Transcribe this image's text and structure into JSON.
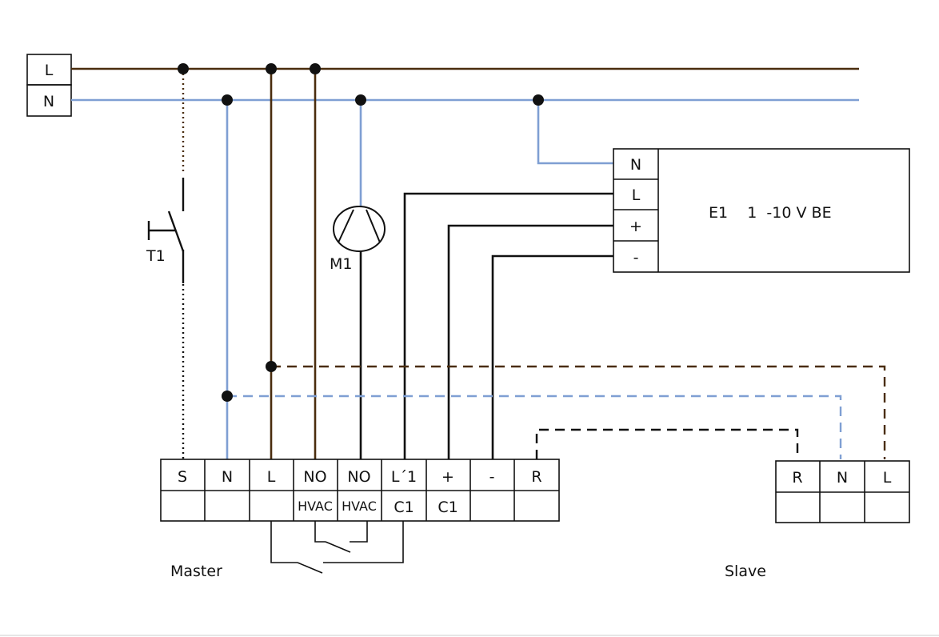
{
  "colors": {
    "live": "#4a2d0e",
    "neutral": "#7f9fd3",
    "control": "#111111",
    "box": "#111111",
    "background": "#ffffff"
  },
  "supply": {
    "live_label": "L",
    "neutral_label": "N"
  },
  "switch": {
    "label": "T1"
  },
  "motor": {
    "label": "M1"
  },
  "driver": {
    "label": "E1    1  -10 V BE",
    "terminals": [
      "N",
      "L",
      "+",
      "-"
    ]
  },
  "master": {
    "label": "Master",
    "terminals_top": [
      "S",
      "N",
      "L",
      "NO",
      "NO",
      "L´1",
      "+",
      "-",
      "R"
    ],
    "terminals_bottom": [
      "",
      "",
      "",
      "HVAC",
      "HVAC",
      "C1",
      "C1",
      "",
      ""
    ]
  },
  "slave": {
    "label": "Slave",
    "terminals_top": [
      "R",
      "N",
      "L"
    ]
  }
}
